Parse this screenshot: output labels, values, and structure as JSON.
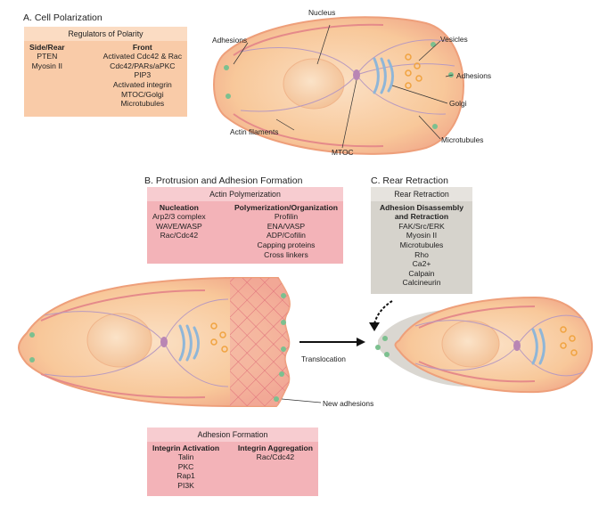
{
  "sectionA": {
    "title": "A. Cell Polarization",
    "box": {
      "header": "Regulators of Polarity",
      "left": {
        "heading": "Side/Rear",
        "items": [
          "PTEN",
          "Myosin II"
        ]
      },
      "right": {
        "heading": "Front",
        "items": [
          "Activated Cdc42 & Rac",
          "Cdc42/PARs/aPKC",
          "PIP3",
          "Activated integrin",
          "MTOC/Golgi",
          "Microtubules"
        ]
      }
    },
    "labels": {
      "nucleus": "Nucleus",
      "adhesions_left": "Adhesions",
      "vesicles": "Vesicles",
      "adhesions_right": "Adhesions",
      "golgi": "Golgi",
      "actin": "Actin filaments",
      "microtubules": "Microtubules",
      "mtoc": "MTOC"
    }
  },
  "sectionB": {
    "title": "B. Protrusion and Adhesion Formation",
    "actinBox": {
      "header": "Actin Polymerization",
      "left": {
        "heading": "Nucleation",
        "items": [
          "Arp2/3 complex",
          "WAVE/WASP",
          "Rac/Cdc42"
        ]
      },
      "right": {
        "heading": "Polymerization/Organization",
        "items": [
          "Profilin",
          "ENA/VASP",
          "ADP/Cofilin",
          "Capping proteins",
          "Cross linkers"
        ]
      }
    },
    "adhesionBox": {
      "header": "Adhesion Formation",
      "left": {
        "heading": "Integrin Activation",
        "items": [
          "Talin",
          "PKC",
          "Rap1",
          "PI3K"
        ]
      },
      "right": {
        "heading": "Integrin Aggregation",
        "items": [
          "Rac/Cdc42"
        ]
      }
    },
    "labels": {
      "translocation": "Translocation",
      "new_adhesions": "New adhesions"
    }
  },
  "sectionC": {
    "title": "C. Rear Retraction",
    "box": {
      "header": "Rear Retraction",
      "heading": "Adhesion Disassembly and Retraction",
      "items": [
        "FAK/Src/ERK",
        "Myosin II",
        "Microtubules",
        "Rho",
        "Ca2+",
        "Calpain",
        "Calcineurin"
      ]
    }
  },
  "colors": {
    "cell_fill": "#f8c89a",
    "cell_edge": "#ee9f7a",
    "nucleus": "#f6cfa8",
    "box_a": "#f9cba8",
    "box_pink": "#f3b3b8",
    "box_grey": "#d6d3cc",
    "adhesion": "#7cc08f",
    "golgi": "#8fb6d8",
    "vesicle": "#f0a340"
  }
}
